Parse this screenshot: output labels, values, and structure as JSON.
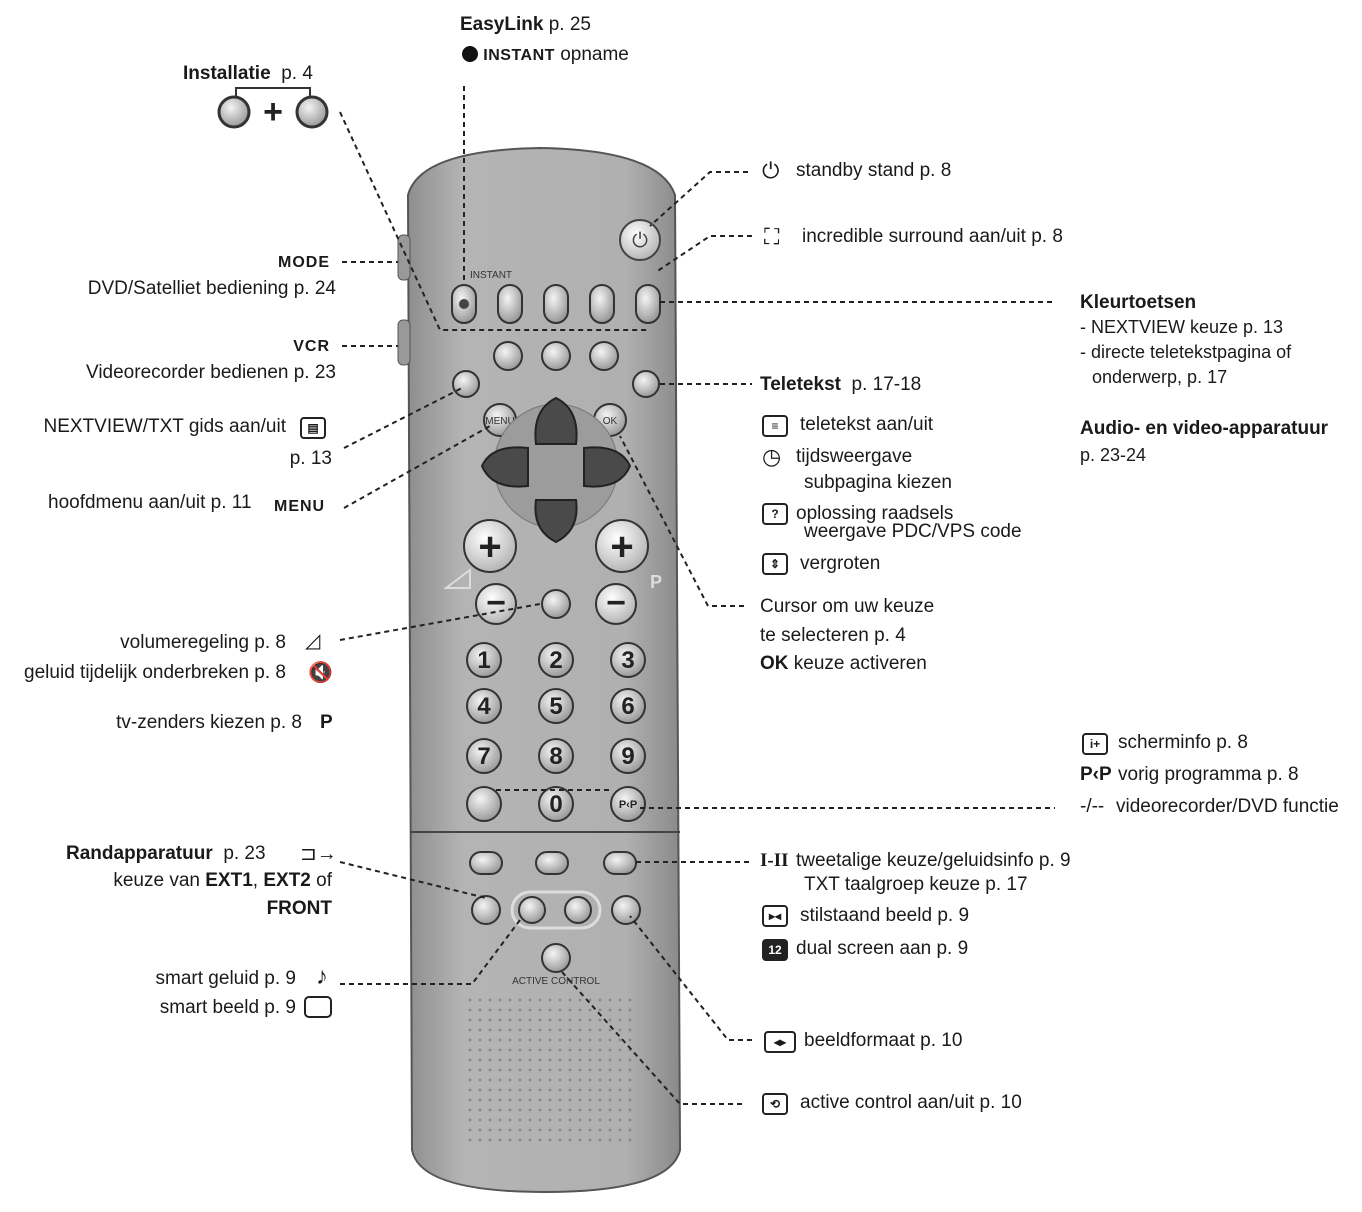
{
  "top": {
    "easylink": "EasyLink",
    "easylink_page": "p. 25",
    "instant_bold": "INSTANT",
    "instant_rest": "opname",
    "installatie": "Installatie",
    "installatie_page": "p. 4"
  },
  "left": {
    "mode": "MODE",
    "mode_desc": "DVD/Satelliet bediening  p. 24",
    "vcr": "VCR",
    "vcr_desc": "Videorecorder bedienen  p. 23",
    "nextview": "NEXTVIEW/TXT gids aan/uit",
    "nextview_page": "p. 13",
    "hoofdmenu": "hoofdmenu aan/uit  p. 11",
    "menu": "MENU",
    "volume": "volumeregeling  p. 8",
    "mute": "geluid tijdelijk onderbreken p. 8",
    "tvzenders": "tv-zenders kiezen p. 8",
    "p_label": "P",
    "randapp": "Randapparatuur",
    "randapp_page": "p. 23",
    "keuze_van": "keuze van ",
    "ext1": "EXT1",
    "comma": ", ",
    "ext2": "EXT2",
    "of": " of",
    "front": "FRONT",
    "smart_geluid": "smart geluid  p. 9",
    "smart_beeld": "smart beeld  p. 9"
  },
  "right": {
    "standby": "standby stand  p. 8",
    "surround": "incredible surround aan/uit  p. 8",
    "kleur_title": "Kleurtoetsen",
    "kleur_1": "- NEXTVIEW keuze  p. 13",
    "kleur_2": "- directe teletekstpagina of",
    "kleur_3": "onderwerp, p. 17",
    "audio_title": "Audio- en video-apparatuur",
    "audio_page": "p. 23-24",
    "teletekst": "Teletekst",
    "teletekst_page": "p. 17-18",
    "tt_1": "teletekst aan/uit",
    "tt_2a": "tijdsweergave",
    "tt_2b": "subpagina kiezen",
    "tt_3a": "oplossing raadsels",
    "tt_3b": "weergave PDC/VPS code",
    "tt_4": "vergroten",
    "cursor_1": "Cursor om uw keuze",
    "cursor_2": "te selecteren  p. 4",
    "ok": "OK",
    "ok_rest": " keuze activeren",
    "scherminfo": "scherminfo  p. 8",
    "pp_icon": "P‹P",
    "vorig": "vorig programma  p. 8",
    "dash_icon": "-/--",
    "videorec": "videorecorder/DVD functie",
    "i_ii_icon": "I-II",
    "tweetalig": "tweetalige keuze/geluidsinfo  p. 9",
    "txt_taal": "TXT taalgroep keuze  p. 17",
    "stilstaand": "stilstaand beeld  p. 9",
    "dual_icon": "12",
    "dual": "dual screen aan   p. 9",
    "beeldformaat": "beeldformaat  p. 10",
    "active": "active control aan/uit  p. 10"
  },
  "remote": {
    "digits": [
      "1",
      "2",
      "3",
      "4",
      "5",
      "6",
      "7",
      "8",
      "9",
      "0"
    ],
    "ok": "OK",
    "menu": "MENU",
    "p": "P",
    "pp": "P‹P",
    "instant": "INSTANT",
    "active_control": "ACTIVE CONTROL"
  },
  "colors": {
    "body": "#a9a9a9",
    "body_dark": "#8d8d8d",
    "button": "#d9d9d9",
    "leader": "#222222"
  }
}
